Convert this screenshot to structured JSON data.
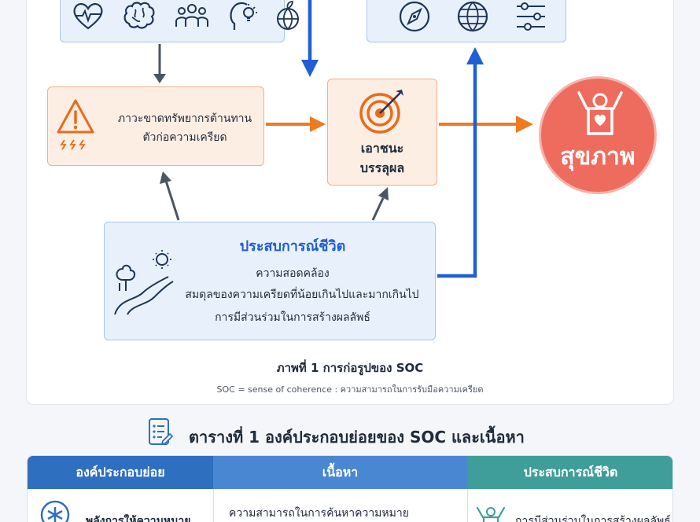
{
  "diagram": {
    "resistance_box": {
      "line1": "ภาวะขาดทรัพยากรต้านทาน",
      "line2": "ตัวก่อความเครียด"
    },
    "coping_box": {
      "line1": "เอาชนะ",
      "line2": "บรรลุผล"
    },
    "health_label": "สุขภาพ",
    "life_box": {
      "title": "ประสบการณ์ชีวิต",
      "line1": "ความสอดคล้อง",
      "line2": "สมดุลของความเครียดที่น้อยเกินไปและมากเกินไป",
      "line3": "การมีส่วนร่วมในการสร้างผลลัพธ์"
    },
    "colors": {
      "blue_arrow": "#1f5fd6",
      "orange_arrow": "#f07a22",
      "gray_arrow": "#4b5563",
      "health": "#ee6c5e"
    }
  },
  "figure_caption": "ภาพที่ 1  การก่อรูปของ SOC",
  "figure_note": "SOC = sense of coherence : ความสามารถในการรับมือความเครียด",
  "table": {
    "title": "ตารางที่ 1  องค์ประกอบย่อยของ SOC และเนื้อหา",
    "headers": [
      "องค์ประกอบย่อย",
      "เนื้อหา",
      "ประสบการณ์ชีวิต"
    ],
    "header_colors": [
      "#2f6fbf",
      "#4a87d2",
      "#3f9e9a"
    ],
    "row1": {
      "component": "พลังการให้ความหมาย",
      "content": "ความสามารถในการค้นหาความหมาย",
      "experience": "การมีส่วนร่วมในการสร้างผลลัพธ์"
    }
  }
}
